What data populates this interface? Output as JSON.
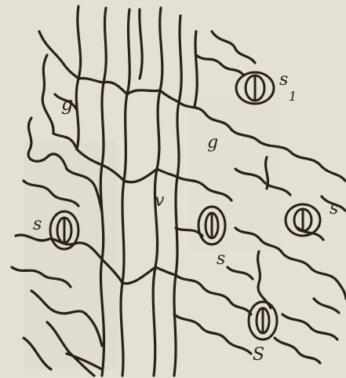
{
  "labels": {
    "g_upper": "g",
    "g_middle": "g",
    "s1": "s",
    "s1_subscript": "1",
    "s_left": "s",
    "s_center": "s",
    "s_right": "s",
    "s_bottom": "S",
    "v": "v"
  },
  "colors": {
    "paper": "#e9e5d8",
    "ink": "#2a2116"
  }
}
